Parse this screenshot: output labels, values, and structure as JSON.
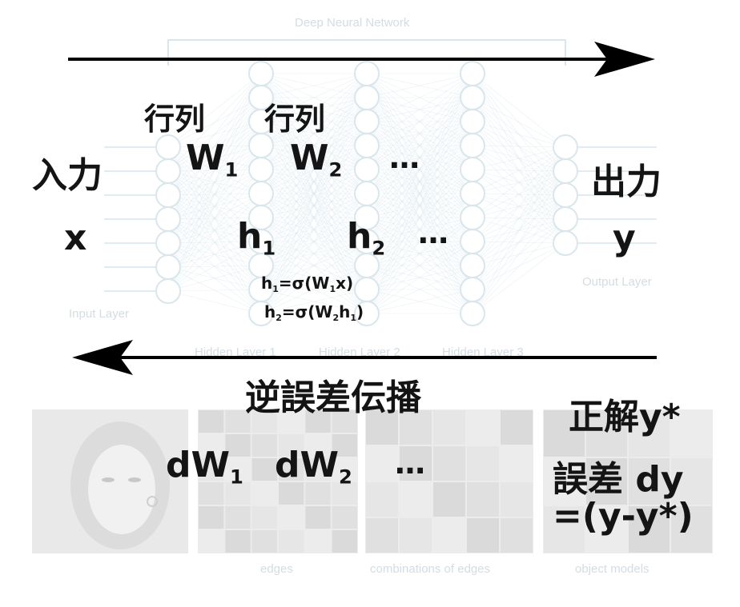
{
  "background": {
    "title": "Deep Neural Network",
    "input_layer": "Input Layer",
    "output_layer": "Output Layer",
    "hidden_1": "Hidden Layer 1",
    "hidden_2": "Hidden Layer 2",
    "hidden_3": "Hidden Layer 3",
    "caption_edges": "edges",
    "caption_combinations": "combinations of edges",
    "caption_objects": "object models"
  },
  "forward": {
    "input_title": "入力",
    "input_var": "x",
    "matrix_1_label": "行列",
    "matrix_1_base": "W",
    "matrix_1_sub": "1",
    "matrix_2_label": "行列",
    "matrix_2_base": "W",
    "matrix_2_sub": "2",
    "matrix_ellipsis": "…",
    "hidden_1_base": "h",
    "hidden_1_sub": "1",
    "hidden_2_base": "h",
    "hidden_2_sub": "2",
    "hidden_ellipsis": "…",
    "output_title": "出力",
    "output_var": "y",
    "eq1": {
      "lhs": "h",
      "lhs_sub": "1",
      "mid": "=σ(W",
      "mid_sub": "1",
      "tail": "x)"
    },
    "eq2": {
      "lhs": "h",
      "lhs_sub": "2",
      "mid": "=σ(W",
      "mid_sub": "2",
      "tail": "h",
      "tail_sub": "1",
      "close": ")"
    }
  },
  "backward": {
    "title": "逆誤差伝播",
    "grad_1_base": "dW",
    "grad_1_sub": "1",
    "grad_2_base": "dW",
    "grad_2_sub": "2",
    "grad_ellipsis": "…",
    "target": "正解y*",
    "error_line1": "誤差 dy",
    "error_line2": "=(y-y*)"
  },
  "colors": {
    "arrow": "#000000",
    "text": "#141414",
    "background_network": "#d9e6ec"
  }
}
